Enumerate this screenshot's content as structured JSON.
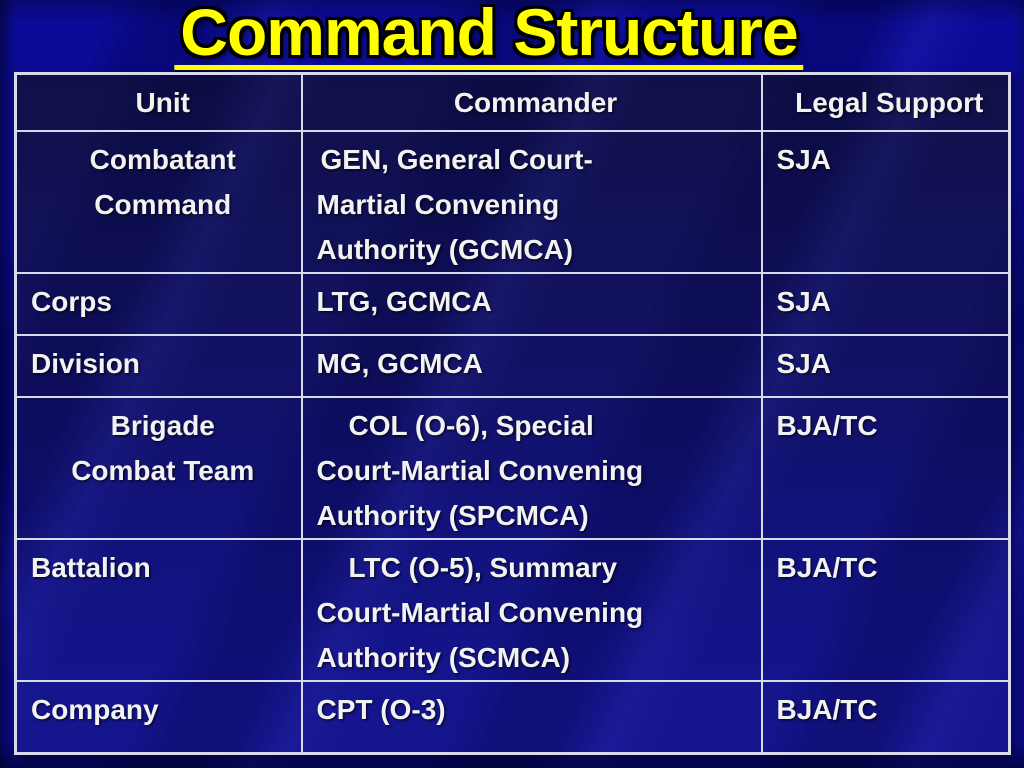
{
  "slide": {
    "title": "Command Structure"
  },
  "colors": {
    "slide_background": "#0b0b97",
    "table_gradient_top": "#101048",
    "table_gradient_bottom": "#15158f",
    "grid_border": "#d9d9ea",
    "title_text": "#ffff00",
    "title_outline": "#000000",
    "cell_text": "#f2f2f2"
  },
  "table": {
    "headers": [
      "Unit",
      "Commander",
      "Legal Support"
    ],
    "rows": [
      {
        "unit": [
          "Combatant",
          "Command"
        ],
        "commander": [
          "GEN, General Court-",
          "Martial Convening",
          "Authority (GCMCA)"
        ],
        "legal": "SJA"
      },
      {
        "unit": "Corps",
        "commander": "LTG, GCMCA",
        "legal": "SJA"
      },
      {
        "unit": "Division",
        "commander": "MG, GCMCA",
        "legal": "SJA"
      },
      {
        "unit": [
          "Brigade",
          "Combat Team"
        ],
        "commander": [
          "COL (O-6), Special",
          "Court-Martial Convening",
          "Authority (SPCMCA)"
        ],
        "legal": "BJA/TC"
      },
      {
        "unit": "Battalion",
        "commander": [
          "LTC (O-5), Summary",
          "Court-Martial Convening",
          "Authority (SCMCA)"
        ],
        "legal": "BJA/TC"
      },
      {
        "unit": "Company",
        "commander": "CPT (O-3)",
        "legal": "BJA/TC"
      }
    ]
  }
}
